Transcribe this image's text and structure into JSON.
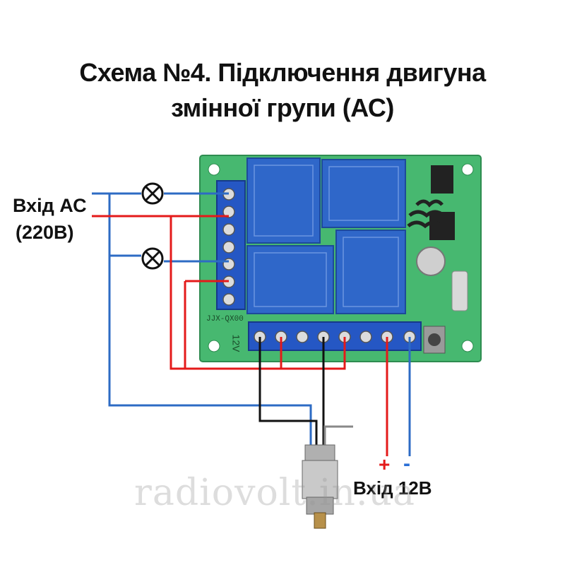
{
  "title": {
    "line1": "Схема №4. Підключення двигуна",
    "line2": "змінної групи (АС)"
  },
  "labels": {
    "ac_input": "Вхід АС",
    "ac_voltage": "(220В)",
    "dc_input": "Вхід 12В",
    "dc_plus": "+",
    "dc_minus": "-"
  },
  "board": {
    "marking_top": "JJX-QX00",
    "marking_side": "12V"
  },
  "watermark": "radiovolt.in.ua",
  "colors": {
    "ac_line": "#e41a1a",
    "ac_neutral": "#2d6bc4",
    "motor_wire": "#111111",
    "pcb": "#3bb36a",
    "relay": "#2f67c9",
    "terminal": "#2557c4"
  }
}
